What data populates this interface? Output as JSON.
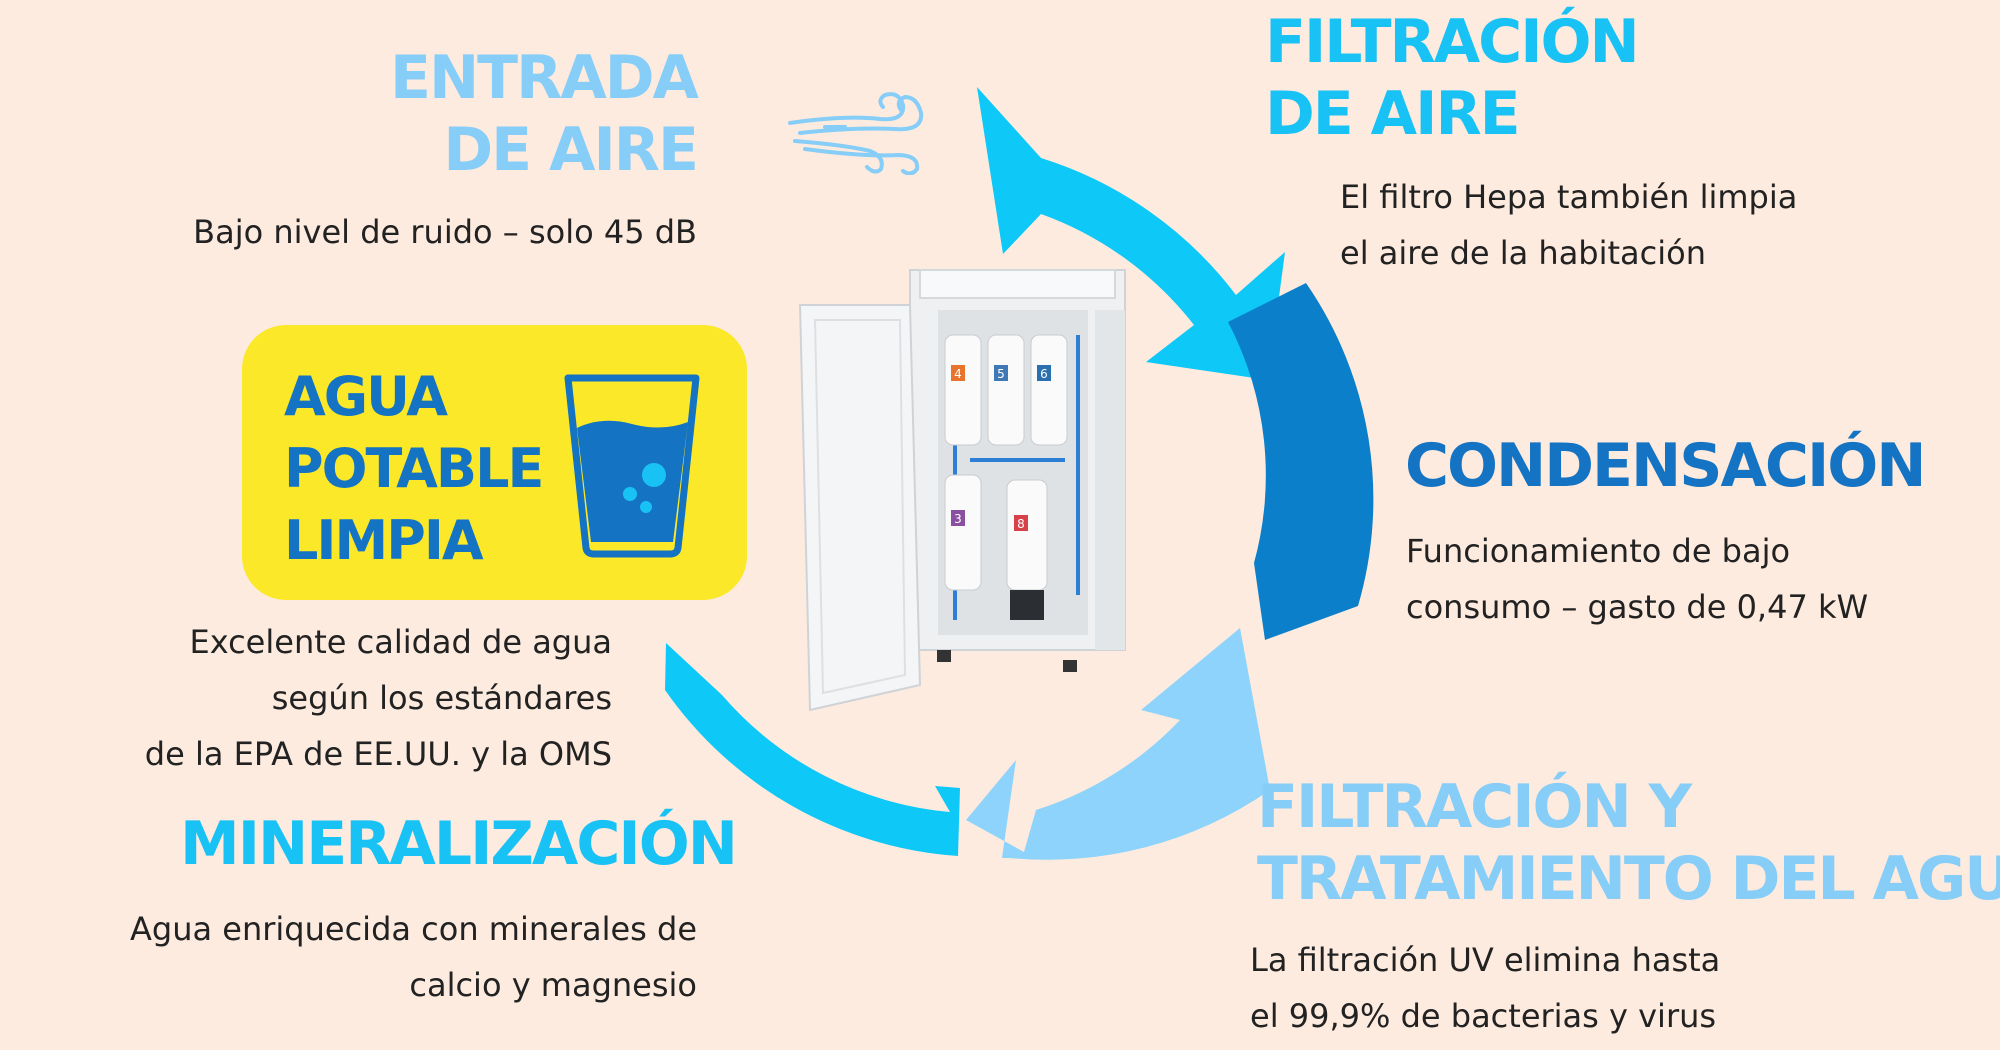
{
  "colors": {
    "background": "#fdebdf",
    "light_blue_heading": "#86cdf8",
    "cyan_heading": "#19c2f5",
    "dark_blue_heading": "#1473c3",
    "yellow_box": "#fbe829",
    "arrow_cyan": "#0ec8f7",
    "arrow_dark": "#0b7fca",
    "arrow_light": "#8dd3fb"
  },
  "air_intake": {
    "title_lines": [
      "ENTRADA",
      "DE AIRE"
    ],
    "desc_lines": [
      "Bajo nivel de ruido – solo 45 dB"
    ],
    "icon": "wind-icon"
  },
  "air_filtration": {
    "title_lines": [
      "FILTRACIÓN",
      "DE AIRE"
    ],
    "desc_lines": [
      "El filtro Hepa también limpia",
      "el aire de la habitación"
    ]
  },
  "condensation": {
    "title_lines": [
      "CONDENSACIÓN"
    ],
    "desc_lines": [
      "Funcionamiento de bajo",
      "consumo – gasto de 0,47 kW"
    ]
  },
  "water_treatment": {
    "title_lines": [
      "FILTRACIÓN Y",
      "TRATAMIENTO DEL AGUA"
    ],
    "desc_lines": [
      "La filtración UV elimina hasta",
      "el 99,9% de bacterias y virus"
    ]
  },
  "mineralization": {
    "title_lines": [
      "MINERALIZACIÓN"
    ],
    "desc_lines": [
      "Agua enriquecida con minerales de",
      "calcio y magnesio"
    ]
  },
  "clean_water": {
    "title_lines": [
      "AGUA",
      "POTABLE",
      "LIMPIA"
    ],
    "desc_lines": [
      "Excelente calidad de agua",
      "según los estándares",
      "de la EPA de EE.UU. y la OMS"
    ],
    "icon": "water-glass-icon"
  },
  "purifier": {
    "filter_numbers": [
      "4",
      "5",
      "6",
      "3",
      "8"
    ],
    "filter_colors": [
      "#e8742e",
      "#3f78b5",
      "#2a6fb0",
      "#8a4fa0",
      "#d8404a"
    ]
  }
}
